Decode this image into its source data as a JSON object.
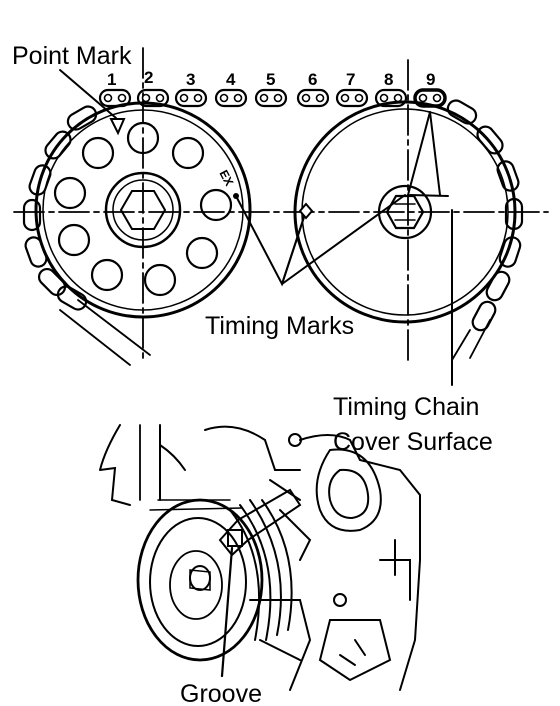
{
  "labels": {
    "point_mark": "Point Mark",
    "timing_marks": "Timing Marks",
    "chain_cover_line1": "Timing Chain",
    "chain_cover_line2": "Cover Surface",
    "groove": "Groove",
    "exhaust_mark": "EX"
  },
  "link_numbers": [
    "1",
    "2",
    "3",
    "4",
    "5",
    "6",
    "7",
    "8",
    "9"
  ],
  "colors": {
    "ink": "#000000",
    "paper": "#ffffff"
  }
}
